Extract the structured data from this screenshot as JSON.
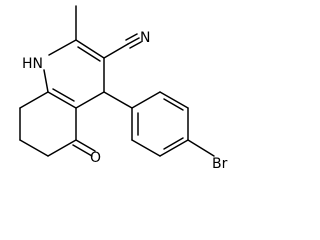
{
  "structure": {
    "atom_labels": {
      "nh": "HN",
      "cn_n": "N",
      "ketone_o": "O",
      "bromine": "Br"
    },
    "colors": {
      "bond": "#000000",
      "text": "#000000",
      "background": "#ffffff"
    }
  }
}
